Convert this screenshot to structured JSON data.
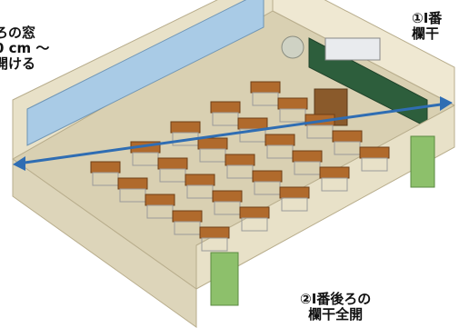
{
  "labels": {
    "top_left": [
      "ろの窓",
      "0 cm 〜",
      "開ける"
    ],
    "top_right": [
      "①Ⅰ番",
      "欄干"
    ],
    "bottom_right": [
      "②Ⅰ番後ろの",
      "欄干全開"
    ]
  },
  "colors": {
    "floor": "#d9d0b2",
    "wall": "#e8e1c8",
    "window_glass": "#a9cbe6",
    "door": "#8dc06b",
    "desk_top": "#b06a2c",
    "chalkboard": "#2d5e3c",
    "arrow": "#2f6db3"
  }
}
